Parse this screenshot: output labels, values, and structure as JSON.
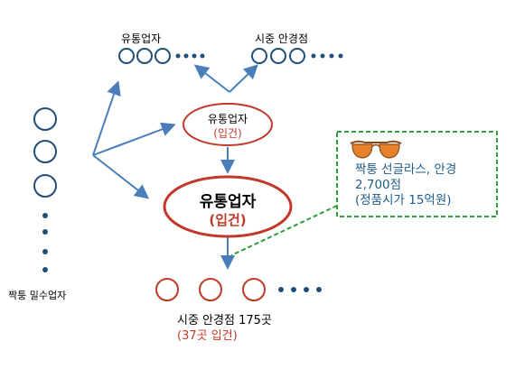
{
  "labels": {
    "top_distributor": "유통업자",
    "top_shops": "시중 안경점",
    "mid_distributor": "유통업자",
    "mid_distributor_status": "(입건)",
    "main_distributor": "유통업자",
    "main_distributor_status": "(입건)",
    "smugglers": "짝퉁 밀수업자",
    "bottom_shops": "시중 안경점 175곳",
    "bottom_shops_status": "(37곳 입건)"
  },
  "callout": {
    "line1": "짝퉁 선글라스, 안경",
    "line2": "2,700점",
    "line3": "(정품시가 15억원)"
  },
  "colors": {
    "arrow": "#4a7ebb",
    "node_blue": "#1f4e79",
    "node_red": "#c0392b",
    "callout_border": "#2e9e3a",
    "glasses": "#e8822a"
  },
  "icons": {
    "glasses": "sunglasses-icon"
  }
}
